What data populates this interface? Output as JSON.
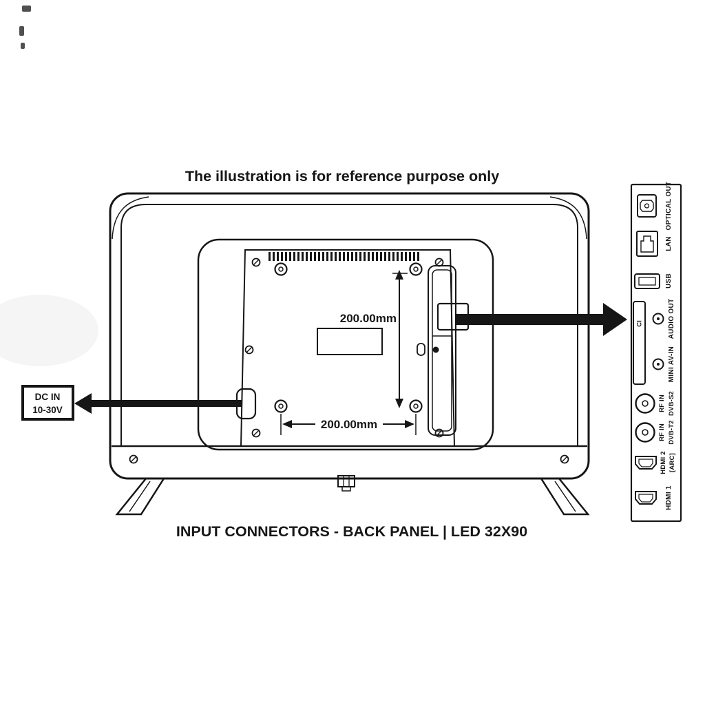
{
  "colors": {
    "ink": "#161616",
    "background": "#ffffff"
  },
  "header": {
    "note": "The illustration is for reference purpose only"
  },
  "footer": {
    "caption": "INPUT CONNECTORS - BACK PANEL | LED 32X90"
  },
  "diagram": {
    "vesa_vertical_dim": "200.00mm",
    "vesa_horizontal_dim": "200.00mm",
    "dc_in": {
      "line1": "DC IN",
      "line2": "10-30V"
    }
  },
  "connector_panel": {
    "ports": [
      {
        "id": "optical-out",
        "label": "OPTICAL OUT"
      },
      {
        "id": "lan",
        "label": "LAN"
      },
      {
        "id": "usb",
        "label": "USB"
      },
      {
        "id": "ci",
        "label": "CI"
      },
      {
        "id": "audio-out",
        "label": "AUDIO OUT"
      },
      {
        "id": "mini-av-in",
        "label": "MINI AV-IN"
      },
      {
        "id": "rf-in-dvb-s2",
        "label": "RF IN",
        "label2": "DVB-S2"
      },
      {
        "id": "rf-in-dvb-t2",
        "label": "RF IN",
        "label2": "DVB-T2"
      },
      {
        "id": "hdmi-2-arc",
        "label": "HDMI 2",
        "label2": "[ARC]"
      },
      {
        "id": "hdmi-1",
        "label": "HDMI 1"
      }
    ]
  }
}
